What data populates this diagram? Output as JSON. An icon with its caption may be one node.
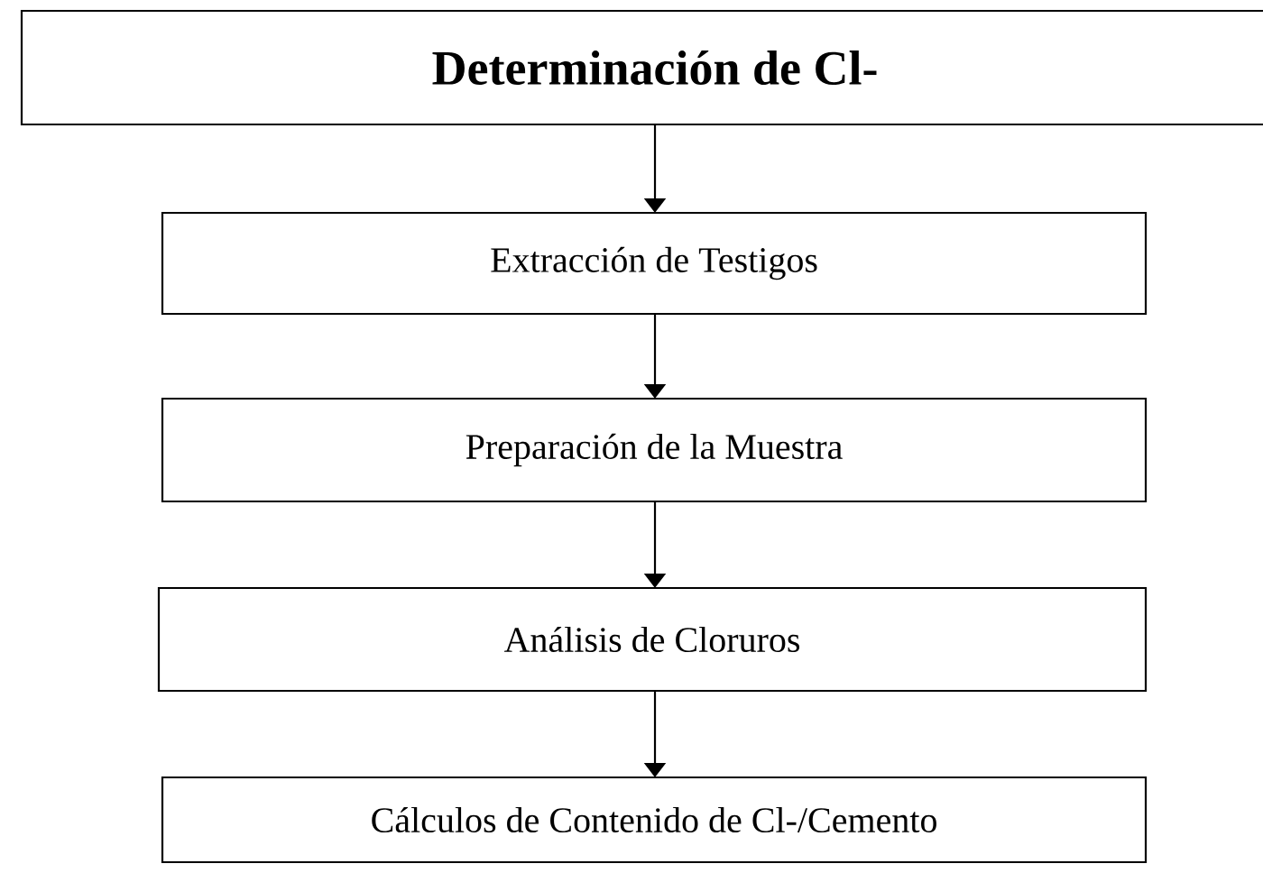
{
  "diagram": {
    "nodes": [
      {
        "text": [
          "Determinación de Cl-"
        ]
      },
      {
        "text": [
          "Extracción de Testigos"
        ]
      },
      {
        "text": [
          "Preparación de la Muestra"
        ]
      },
      {
        "text": [
          "Análisis de Cloruros"
        ]
      },
      {
        "text": [
          "Cálculos de Contenido de Cl-/Cemento"
        ]
      }
    ],
    "edges": [
      {
        "from": 0,
        "to": 1,
        "arrow": "to"
      },
      {
        "from": 1,
        "to": 2,
        "arrow": "to"
      },
      {
        "from": 2,
        "to": 3,
        "arrow": "to"
      },
      {
        "from": 3,
        "to": 4,
        "arrow": "to"
      }
    ]
  }
}
